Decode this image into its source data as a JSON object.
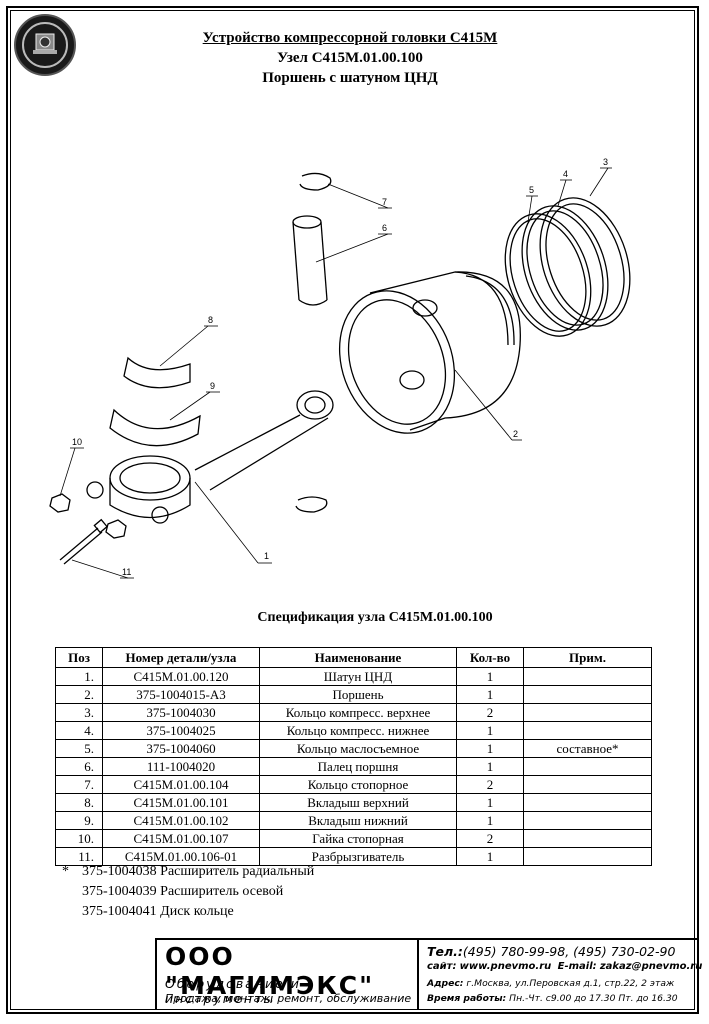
{
  "header": {
    "title_line1": "Устройство компрессорной головки С415М",
    "title_line2": "Узел С415М.01.00.100",
    "title_line3": "Поршень с шатуном ЦНД"
  },
  "logo": {
    "icon": "compressor-emblem-icon"
  },
  "drawing": {
    "callouts": [
      "1",
      "2",
      "3",
      "4",
      "5",
      "6",
      "7",
      "8",
      "9",
      "10",
      "11"
    ]
  },
  "spec": {
    "title": "Спецификация узла С415М.01.00.100",
    "columns": [
      "Поз",
      "Номер детали/узла",
      "Наименование",
      "Кол-во",
      "Прим."
    ],
    "rows": [
      {
        "pos": "1.",
        "part": "С415М.01.00.120",
        "name": "Шатун ЦНД",
        "qty": "1",
        "note": ""
      },
      {
        "pos": "2.",
        "part": "375-1004015-А3",
        "name": "Поршень",
        "qty": "1",
        "note": ""
      },
      {
        "pos": "3.",
        "part": "375-1004030",
        "name": "Кольцо компресс. верхнее",
        "qty": "2",
        "note": ""
      },
      {
        "pos": "4.",
        "part": "375-1004025",
        "name": "Кольцо компресс. нижнее",
        "qty": "1",
        "note": ""
      },
      {
        "pos": "5.",
        "part": "375-1004060",
        "name": "Кольцо маслосъемное",
        "qty": "1",
        "note": "составное*"
      },
      {
        "pos": "6.",
        "part": "111-1004020",
        "name": "Палец поршня",
        "qty": "1",
        "note": ""
      },
      {
        "pos": "7.",
        "part": "С415М.01.00.104",
        "name": "Кольцо стопорное",
        "qty": "2",
        "note": ""
      },
      {
        "pos": "8.",
        "part": "С415М.01.00.101",
        "name": "Вкладыш верхний",
        "qty": "1",
        "note": ""
      },
      {
        "pos": "9.",
        "part": "С415М.01.00.102",
        "name": "Вкладыш нижний",
        "qty": "1",
        "note": ""
      },
      {
        "pos": "10.",
        "part": "С415М.01.00.107",
        "name": "Гайка стопорная",
        "qty": "2",
        "note": ""
      },
      {
        "pos": "11.",
        "part": "С415М.01.00.106-01",
        "name": "Разбрызгиватель",
        "qty": "1",
        "note": ""
      }
    ]
  },
  "notes": {
    "star": "*",
    "line1": "375-1004038 Расширитель радиальный",
    "line2": "375-1004039 Расширитель осевой",
    "line3": "375-1004041 Диск кольце"
  },
  "footer": {
    "company": "ООО \"МАГИМЭКС\"",
    "tagline1": "Оборудование и инструменты",
    "tagline2": "Продажа, монтаж, ремонт, обслуживание",
    "phone_label": "Тел.:",
    "phones": "(495) 780-99-98, (495) 730-02-90",
    "site_label": "сайт:",
    "site": "www.pnevmo.ru",
    "email_label": "E-mail:",
    "email": "zakaz@pnevmo.ru",
    "address_label": "Адрес:",
    "address": "г.Москва, ул.Перовская д.1, стр.22, 2 этаж",
    "hours_label": "Время работы:",
    "hours": "Пн.-Чт. с9.00 до 17.30 Пт. до 16.30"
  }
}
